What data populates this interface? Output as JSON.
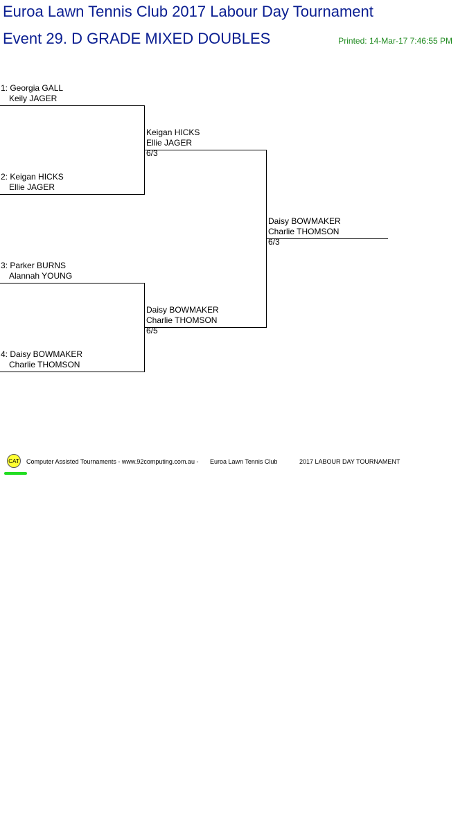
{
  "header": {
    "title": "Euroa Lawn Tennis Club 2017 Labour Day Tournament",
    "event": "Event 29. D GRADE MIXED DOUBLES",
    "printed": "Printed: 14-Mar-17 7:46:55 PM"
  },
  "colors": {
    "heading": "#0a1e91",
    "printed": "#1f8a1f",
    "cat_logo_underline": "#22dd22"
  },
  "draw": {
    "round1": [
      {
        "line1": "1: Georgia GALL",
        "line2": "Keily JAGER"
      },
      {
        "line1": "2: Keigan HICKS",
        "line2": "Ellie JAGER"
      },
      {
        "line1": "3: Parker BURNS",
        "line2": "Alannah YOUNG"
      },
      {
        "line1": "4: Daisy BOWMAKER",
        "line2": "Charlie THOMSON"
      }
    ],
    "round2": [
      {
        "line1": "Keigan HICKS",
        "line2": "Ellie JAGER",
        "score": "6/3"
      },
      {
        "line1": "Daisy BOWMAKER",
        "line2": "Charlie THOMSON",
        "score": "6/5"
      }
    ],
    "final": {
      "line1": "Daisy BOWMAKER",
      "line2": "Charlie THOMSON",
      "score": "6/3"
    }
  },
  "footer": {
    "logo_text": "CAT",
    "credit": "Computer Assisted Tournaments - www.92computing.com.au -",
    "club": "Euroa Lawn Tennis Club",
    "tournament": "2017 LABOUR DAY TOURNAMENT"
  }
}
